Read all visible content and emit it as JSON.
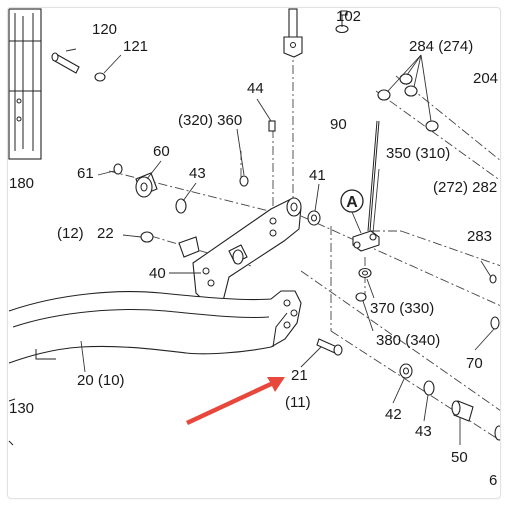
{
  "diagram": {
    "callouts": [
      {
        "id": "c102",
        "text": "102"
      },
      {
        "id": "c120",
        "text": "120"
      },
      {
        "id": "c121",
        "text": "121"
      },
      {
        "id": "c284",
        "text": "284 (274)"
      },
      {
        "id": "c204",
        "text": "204"
      },
      {
        "id": "c44",
        "text": "44"
      },
      {
        "id": "c320",
        "text": "(320) 360"
      },
      {
        "id": "c90",
        "text": "90"
      },
      {
        "id": "c350",
        "text": "350 (310)"
      },
      {
        "id": "c61",
        "text": "61"
      },
      {
        "id": "c60",
        "text": "60"
      },
      {
        "id": "c43a",
        "text": "43"
      },
      {
        "id": "c180",
        "text": "180"
      },
      {
        "id": "c41",
        "text": "41"
      },
      {
        "id": "c272",
        "text": "(272) 282"
      },
      {
        "id": "c12",
        "text": "(12)"
      },
      {
        "id": "c22",
        "text": "22"
      },
      {
        "id": "c283",
        "text": "283"
      },
      {
        "id": "c40",
        "text": "40"
      },
      {
        "id": "c370",
        "text": "370 (330)"
      },
      {
        "id": "c380",
        "text": "380 (340)"
      },
      {
        "id": "c70",
        "text": "70"
      },
      {
        "id": "c20",
        "text": "20 (10)"
      },
      {
        "id": "c21",
        "text": "21"
      },
      {
        "id": "c11",
        "text": "(11)"
      },
      {
        "id": "c130",
        "text": "130"
      },
      {
        "id": "c42",
        "text": "42"
      },
      {
        "id": "c43b",
        "text": "43"
      },
      {
        "id": "c50",
        "text": "50"
      },
      {
        "id": "c6",
        "text": "6"
      }
    ],
    "marker": "A",
    "arrow_color": "#e8483b"
  }
}
